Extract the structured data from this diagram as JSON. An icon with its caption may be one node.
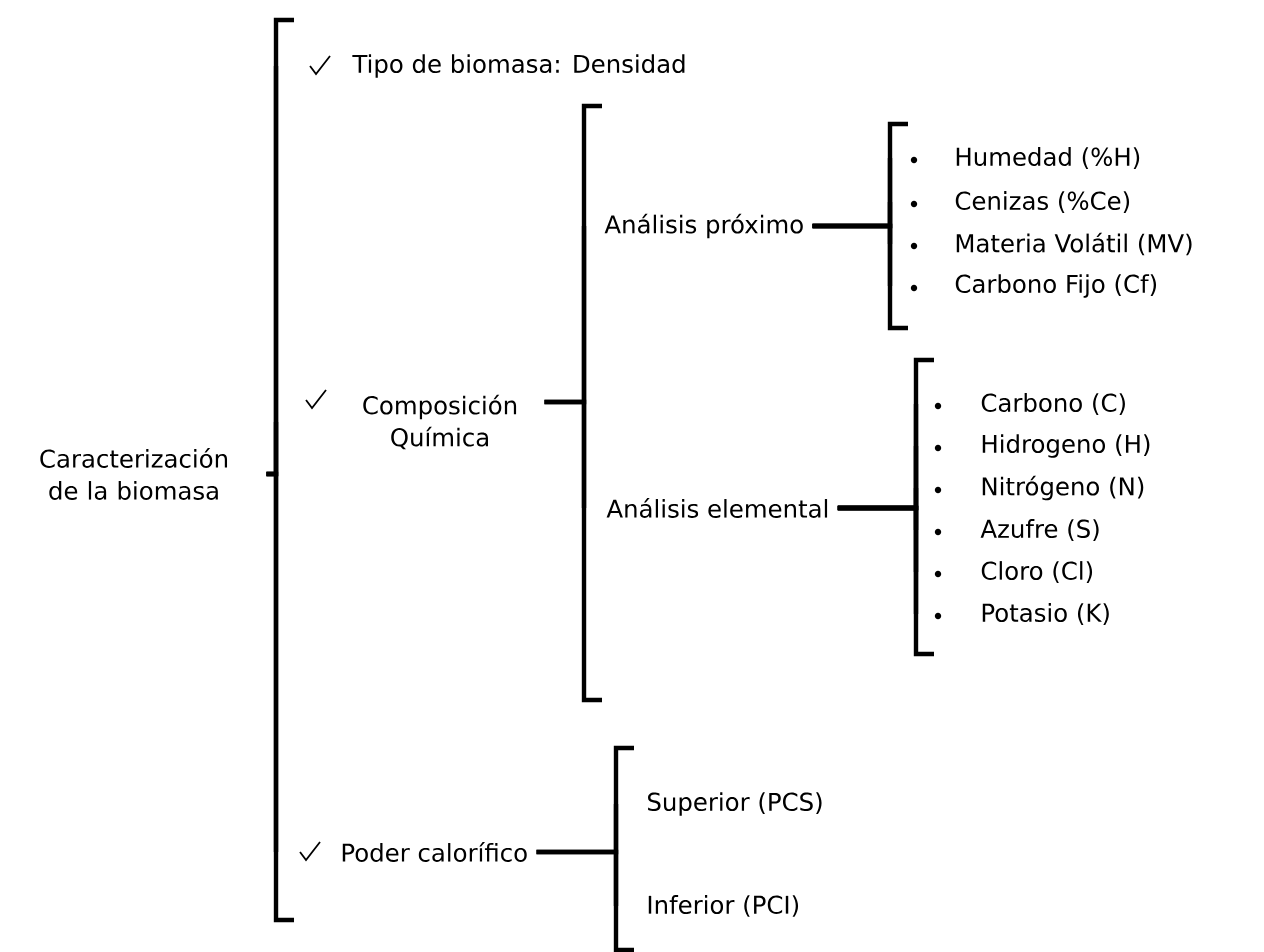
{
  "diagram": {
    "nodes": [
      {
        "text": [
          "Caracterización de la biomasa"
        ]
      },
      {
        "text": [
          "Tipo de biomasa: Densidad"
        ]
      },
      {
        "text": [
          "Composición Química"
        ]
      },
      {
        "text": [
          "Poder calorífico"
        ]
      },
      {
        "text": [
          "Análisis próximo"
        ]
      },
      {
        "text": [
          "Análisis elemental"
        ]
      },
      {
        "text": [
          "Humedad (%H)"
        ]
      },
      {
        "text": [
          "Cenizas (%Ce)"
        ]
      },
      {
        "text": [
          "Materia Volátil (MV)"
        ]
      },
      {
        "text": [
          "Carbono Fijo (Cf)"
        ]
      },
      {
        "text": [
          "Carbono (C)"
        ]
      },
      {
        "text": [
          "Hidrogeno (H)"
        ]
      },
      {
        "text": [
          "Nitrógeno (N)"
        ]
      },
      {
        "text": [
          "Azufre (S)"
        ]
      },
      {
        "text": [
          "Cloro (Cl)"
        ]
      },
      {
        "text": [
          "Potasio (K)"
        ]
      },
      {
        "text": [
          "Superior (PCS)"
        ]
      },
      {
        "text": [
          "Inferior (PCI)"
        ]
      }
    ],
    "edges": [
      {
        "from": 0,
        "to": 1,
        "arrow": "none"
      },
      {
        "from": 0,
        "to": 2,
        "arrow": "none"
      },
      {
        "from": 0,
        "to": 3,
        "arrow": "none"
      },
      {
        "from": 2,
        "to": 4,
        "arrow": "none"
      },
      {
        "from": 2,
        "to": 5,
        "arrow": "none"
      },
      {
        "from": 4,
        "to": 6,
        "arrow": "none"
      },
      {
        "from": 4,
        "to": 7,
        "arrow": "none"
      },
      {
        "from": 4,
        "to": 8,
        "arrow": "none"
      },
      {
        "from": 4,
        "to": 9,
        "arrow": "none"
      },
      {
        "from": 5,
        "to": 10,
        "arrow": "none"
      },
      {
        "from": 5,
        "to": 11,
        "arrow": "none"
      },
      {
        "from": 5,
        "to": 12,
        "arrow": "none"
      },
      {
        "from": 5,
        "to": 13,
        "arrow": "none"
      },
      {
        "from": 5,
        "to": 14,
        "arrow": "none"
      },
      {
        "from": 5,
        "to": 15,
        "arrow": "none"
      },
      {
        "from": 3,
        "to": 16,
        "arrow": "none"
      },
      {
        "from": 3,
        "to": 17,
        "arrow": "none"
      }
    ]
  }
}
